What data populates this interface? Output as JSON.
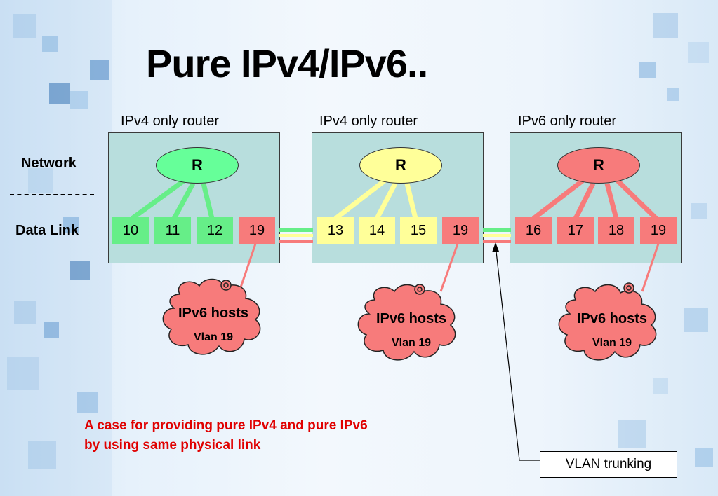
{
  "title": "Pure IPv4/IPv6..",
  "layer_labels": {
    "network": "Network",
    "data_link": "Data Link"
  },
  "routers": [
    {
      "label": "IPv4 only router",
      "router_text": "R",
      "color": "#66ff99",
      "ports": [
        {
          "num": "10",
          "color": "#66ee88"
        },
        {
          "num": "11",
          "color": "#66ee88"
        },
        {
          "num": "12",
          "color": "#66ee88"
        },
        {
          "num": "19",
          "color": "#f77b7b"
        }
      ]
    },
    {
      "label": "IPv4 only router",
      "router_text": "R",
      "color": "#ffff99",
      "ports": [
        {
          "num": "13",
          "color": "#ffff99"
        },
        {
          "num": "14",
          "color": "#ffff99"
        },
        {
          "num": "15",
          "color": "#ffff99"
        },
        {
          "num": "19",
          "color": "#f77b7b"
        }
      ]
    },
    {
      "label": "IPv6 only router",
      "router_text": "R",
      "color": "#f77b7b",
      "ports": [
        {
          "num": "16",
          "color": "#f77b7b"
        },
        {
          "num": "17",
          "color": "#f77b7b"
        },
        {
          "num": "18",
          "color": "#f77b7b"
        },
        {
          "num": "19",
          "color": "#f77b7b"
        }
      ]
    }
  ],
  "hosts": [
    {
      "name": "IPv6 hosts",
      "vlan": "Vlan 19"
    },
    {
      "name": "IPv6 hosts",
      "vlan": "Vlan 19"
    },
    {
      "name": "IPv6 hosts",
      "vlan": "Vlan 19"
    }
  ],
  "note": {
    "line1": "A case for providing pure IPv4  and pure IPv6",
    "line2": "by using same physical link"
  },
  "trunk_label": "VLAN trunking",
  "colors": {
    "ipv4_green": "#66ee88",
    "ipv4_yellow": "#ffff99",
    "ipv6_red": "#f77b7b",
    "note_red": "#e00000"
  }
}
